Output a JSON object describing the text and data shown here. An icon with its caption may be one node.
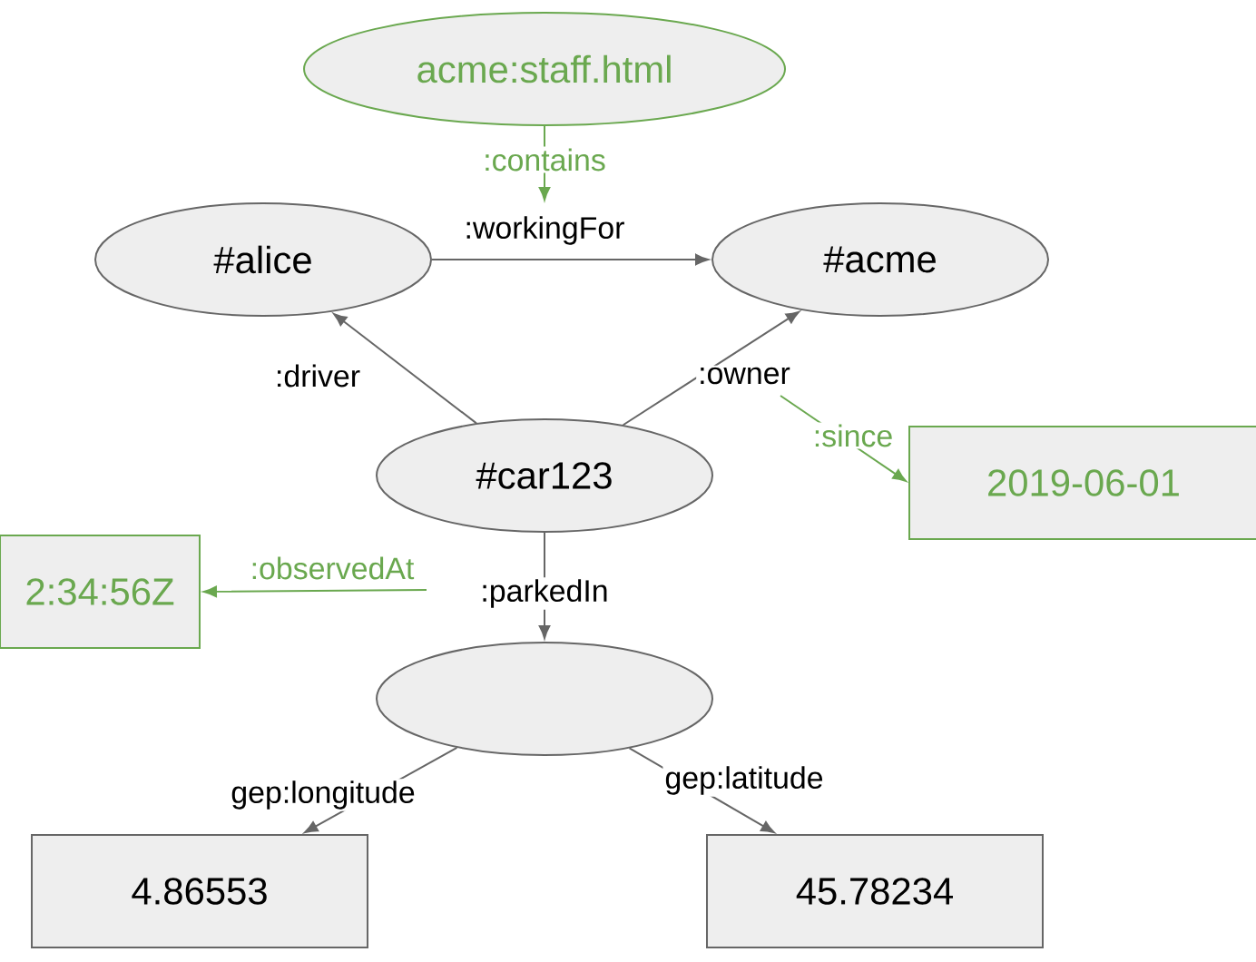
{
  "diagram": {
    "nodes": [
      {
        "text": [
          "acme:staff.html"
        ]
      },
      {
        "text": [
          "#alice"
        ]
      },
      {
        "text": [
          "#acme"
        ]
      },
      {
        "text": [
          "#car123"
        ]
      },
      {
        "text": [
          "2019-06-01"
        ]
      },
      {
        "text": [
          "2:34:56Z"
        ]
      },
      {
        "text": [],
        "shape": "ellipse"
      },
      {
        "text": [
          "4.86553"
        ]
      },
      {
        "text": [
          "45.78234"
        ]
      }
    ],
    "edges": [
      {
        "from": 1,
        "to": 2,
        "arrow": "to",
        "label": ":workingFor"
      },
      {
        "from": 3,
        "to": 1,
        "arrow": "to",
        "label": ":driver"
      },
      {
        "from": 3,
        "to": 2,
        "arrow": "to",
        "label": ":owner"
      },
      {
        "from": 3,
        "to": 6,
        "arrow": "to",
        "label": ":parkedIn"
      },
      {
        "from": 6,
        "to": 7,
        "arrow": "to",
        "label": "gep:longitude"
      },
      {
        "from": 6,
        "to": 8,
        "arrow": "to",
        "label": "gep:latitude"
      },
      {
        "from": 0,
        "to": null,
        "arrow": "to",
        "label": ":contains",
        "color": "#6aa84f"
      },
      {
        "from": null,
        "to": 4,
        "arrow": "to",
        "label": ":since",
        "color": "#6aa84f"
      },
      {
        "from": null,
        "to": 5,
        "arrow": "to",
        "label": ":observedAt",
        "color": "#6aa84f"
      }
    ]
  }
}
